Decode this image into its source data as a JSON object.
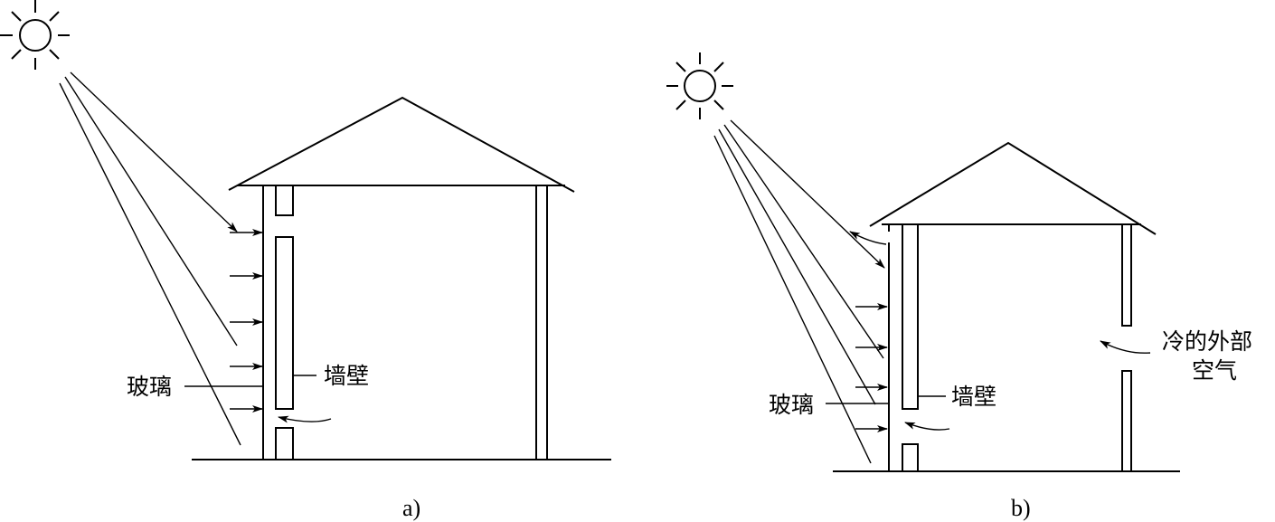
{
  "panel_a": {
    "caption": "a)",
    "glass_label": "玻璃",
    "wall_label": "墙壁"
  },
  "panel_b": {
    "caption": "b)",
    "glass_label": "玻璃",
    "wall_label": "墙壁",
    "cold_air_label_line1": "冷的外部",
    "cold_air_label_line2": "空气"
  },
  "icons": [
    "sun-icon",
    "house-icon",
    "arrow-icon"
  ]
}
